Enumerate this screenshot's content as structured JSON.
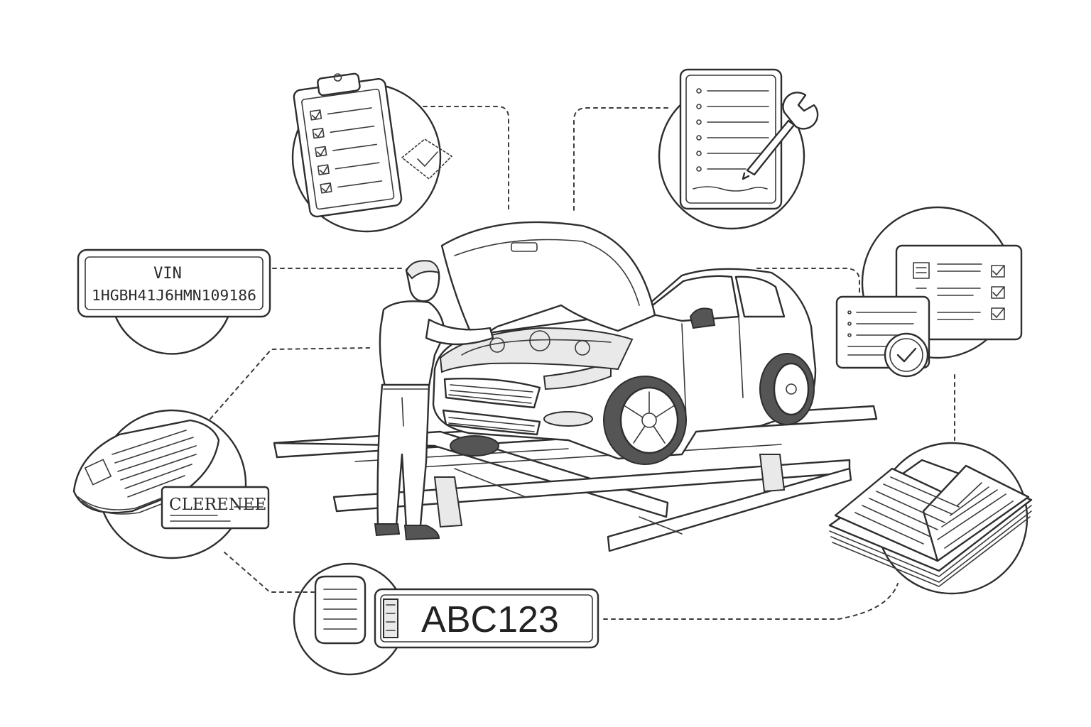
{
  "vin_card": {
    "label": "VIN",
    "number": "1HGBH41J6HMN109186"
  },
  "clearance_card": {
    "label": "CLERENEE"
  },
  "license_plate": {
    "number": "ABC123"
  },
  "icons": [
    "checklist-clipboard-icon",
    "service-record-wrench-icon",
    "verified-documents-icon",
    "service-manual-book-icon",
    "license-plate-registration-icon",
    "vehicle-papers-clearance-icon",
    "vin-card-icon"
  ],
  "colors": {
    "ink": "#2e2e2e",
    "background": "#ffffff",
    "fill": "#e9e9e9"
  }
}
